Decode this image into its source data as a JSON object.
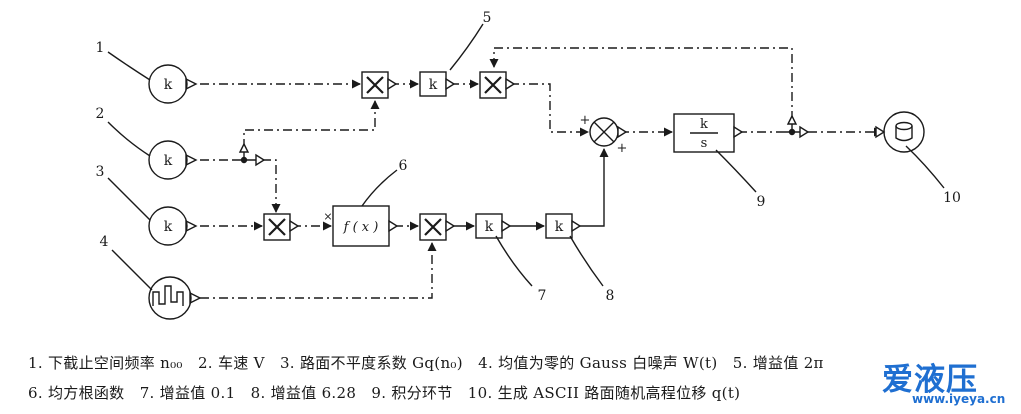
{
  "diagram": {
    "callouts": [
      "1",
      "2",
      "3",
      "4",
      "5",
      "6",
      "7",
      "8",
      "9",
      "10"
    ],
    "gain_symbol": "k",
    "integrator_numerator": "k",
    "integrator_denominator": "s",
    "function_block": "f ( x )",
    "sum_signs": [
      "+",
      "+"
    ],
    "mult_x_mark": "×",
    "colors": {
      "line": "#1a1a1a",
      "background": "#ffffff"
    }
  },
  "legend": {
    "line1": [
      "1. 下截止空间频率 n₀₀",
      "2. 车速 V",
      "3. 路面不平度系数 Gq(n₀)",
      "4. 均值为零的 Gauss 白噪声 W(t)",
      "5. 增益值 2π"
    ],
    "line2": [
      "6. 均方根函数",
      "7. 增益值 0.1",
      "8. 增益值 6.28",
      "9. 积分环节",
      "10. 生成 ASCII 路面随机高程位移 q(t)"
    ]
  },
  "watermark": {
    "brand": "爱液压",
    "url": "www.iyeya.cn",
    "color": "#1f6fd1"
  }
}
